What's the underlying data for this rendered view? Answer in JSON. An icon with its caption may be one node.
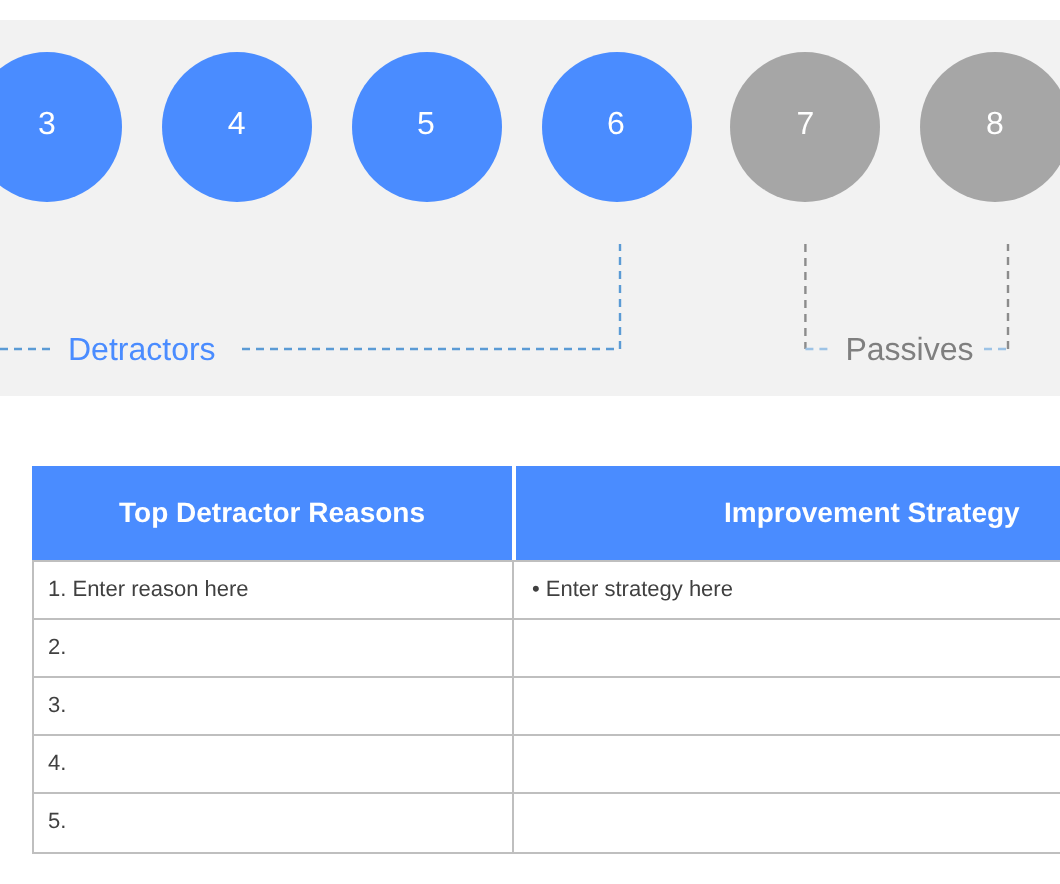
{
  "diagram": {
    "nodes": [
      {
        "text": [
          "3"
        ]
      },
      {
        "text": [
          "4"
        ]
      },
      {
        "text": [
          "5"
        ]
      },
      {
        "text": [
          "6"
        ]
      },
      {
        "text": [
          "7"
        ]
      },
      {
        "text": [
          "8"
        ]
      }
    ],
    "labels": [
      "Detractors",
      "Passives",
      "Top Detractor Reasons",
      "Improvement Strategy",
      "1. Enter reason here",
      "• Enter strategy here",
      "2.",
      "3.",
      "4.",
      "5."
    ]
  }
}
